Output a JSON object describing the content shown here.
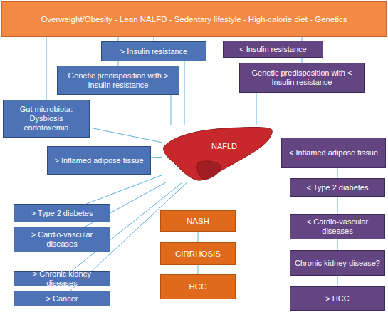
{
  "diagram": {
    "nodes": [
      {
        "text": [
          "Overweight/Obesity - Lean NALFD - Sedentary lifestyle - High-calorie diet - Genetics"
        ]
      },
      {
        "text": [
          "> Insulin resistance"
        ]
      },
      {
        "text": [
          "< Insulin resistance"
        ]
      },
      {
        "text": [
          "Genetic predisposition with > Insulin resistance"
        ]
      },
      {
        "text": [
          "Genetic predisposition with < Insulin resistance"
        ]
      },
      {
        "text": [
          "Gut microbiota: Dysbiosis endotoxemia"
        ]
      },
      {
        "text": [
          "NAFLD"
        ]
      },
      {
        "text": [
          "> Inflamed adipose tissue"
        ]
      },
      {
        "text": [
          "< Inflamed adipose tissue"
        ]
      },
      {
        "text": [
          "> Type 2 diabetes"
        ]
      },
      {
        "text": [
          "< Type 2 diabetes"
        ]
      },
      {
        "text": [
          "NASH"
        ]
      },
      {
        "text": [
          "> Cardio-vascular diseases"
        ]
      },
      {
        "text": [
          "< Cardio-vascular diseases"
        ]
      },
      {
        "text": [
          "CIRRHOSIS"
        ]
      },
      {
        "text": [
          "Chronic kidney disease?"
        ]
      },
      {
        "text": [
          "> Chronic kidney diseases"
        ]
      },
      {
        "text": [
          "HCC"
        ]
      },
      {
        "text": [
          "> Cancer"
        ]
      },
      {
        "text": [
          "> HCC"
        ]
      }
    ],
    "edges": [
      {
        "from": 0,
        "to": 1,
        "arrow": "none"
      },
      {
        "from": 0,
        "to": 3,
        "arrow": "none"
      },
      {
        "from": 0,
        "to": 5,
        "arrow": "none"
      },
      {
        "from": 0,
        "to": 2,
        "arrow": "none"
      },
      {
        "from": 0,
        "to": 4,
        "arrow": "none"
      },
      {
        "from": 1,
        "to": 6,
        "arrow": "none"
      },
      {
        "from": 3,
        "to": 6,
        "arrow": "none"
      },
      {
        "from": 5,
        "to": 6,
        "arrow": "none"
      },
      {
        "from": 7,
        "to": 6,
        "arrow": "none"
      },
      {
        "from": 2,
        "to": 6,
        "arrow": "none"
      },
      {
        "from": 4,
        "to": 6,
        "arrow": "none"
      },
      {
        "from": 6,
        "to": 9,
        "arrow": "none"
      },
      {
        "from": 6,
        "to": 12,
        "arrow": "none"
      },
      {
        "from": 6,
        "to": 16,
        "arrow": "none"
      },
      {
        "from": 6,
        "to": 18,
        "arrow": "none"
      },
      {
        "from": 6,
        "to": 11,
        "arrow": "none"
      },
      {
        "from": 11,
        "to": 14,
        "arrow": "none"
      },
      {
        "from": 14,
        "to": 17,
        "arrow": "none"
      },
      {
        "from": 4,
        "to": 8,
        "arrow": "none"
      },
      {
        "from": 8,
        "to": 10,
        "arrow": "none"
      },
      {
        "from": 10,
        "to": 13,
        "arrow": "none"
      },
      {
        "from": 13,
        "to": 15,
        "arrow": "none"
      },
      {
        "from": 15,
        "to": 19,
        "arrow": "none"
      }
    ]
  }
}
